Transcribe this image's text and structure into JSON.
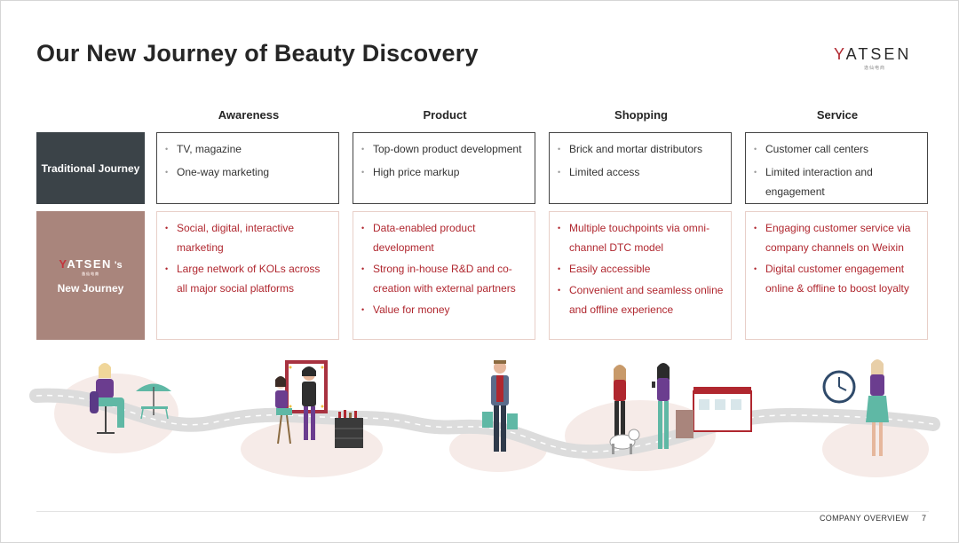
{
  "title": "Our New Journey of Beauty Discovery",
  "logo": {
    "word_first": "Y",
    "word_rest": "ATSEN",
    "subtitle": "逸仙电商"
  },
  "columns": [
    "Awareness",
    "Product",
    "Shopping",
    "Service"
  ],
  "rows": {
    "traditional": {
      "label": "Traditional Journey",
      "cells": [
        [
          "TV, magazine",
          "One-way marketing"
        ],
        [
          "Top-down product development",
          "High price markup"
        ],
        [
          "Brick and mortar distributors",
          "Limited access"
        ],
        [
          "Customer call centers",
          "Limited interaction and engagement"
        ]
      ]
    },
    "new": {
      "logo_first": "Y",
      "logo_rest": "ATSEN",
      "logo_suffix": "'s",
      "logo_sub": "逸仙电商",
      "label": "New Journey",
      "cells": [
        [
          "Social, digital, interactive marketing",
          "Large network of KOLs across all major social platforms"
        ],
        [
          "Data-enabled product development",
          "Strong in-house R&D and co-creation with external partners",
          "Value for money"
        ],
        [
          "Multiple touchpoints via omni-channel DTC model",
          "Easily accessible",
          "Convenient and seamless online and offline experience"
        ],
        [
          "Engaging customer service via company channels on Weixin",
          "Digital customer engagement online & offline to boost loyalty"
        ]
      ]
    }
  },
  "footer": {
    "label": "COMPANY OVERVIEW",
    "page": "7"
  },
  "colors": {
    "dark": "#3b4348",
    "rose": "#a9857c",
    "accent_red": "#b0272f",
    "purple": "#6b3d8f",
    "teal": "#5fb8a5"
  }
}
